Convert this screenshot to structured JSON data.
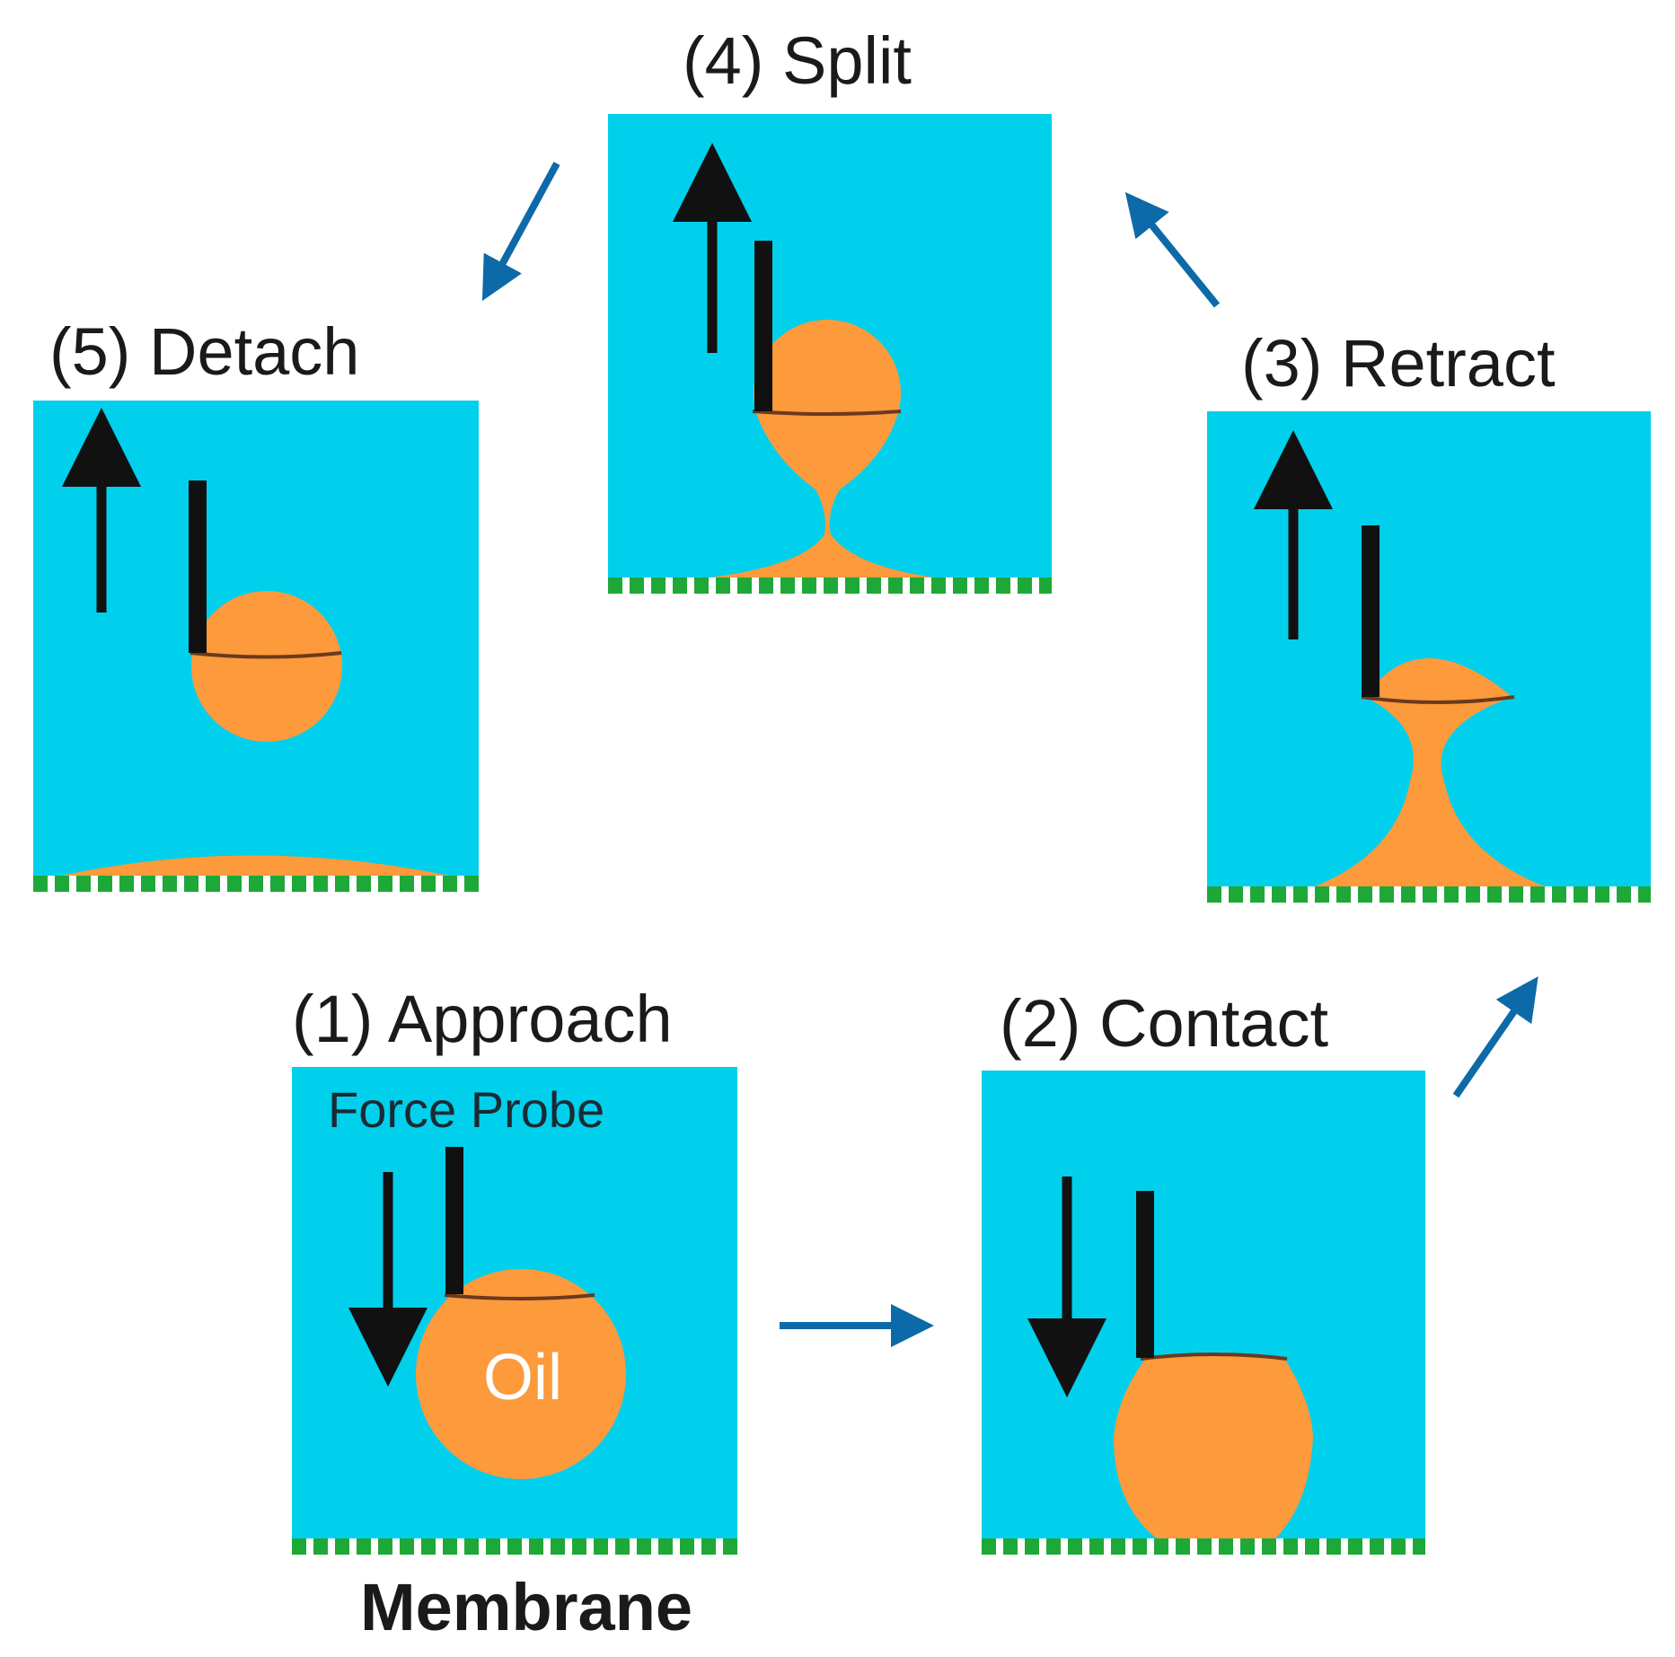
{
  "colors": {
    "water": "#00d0ec",
    "oil": "#fc9a3c",
    "membrane": "#1ea838",
    "probe": "#111111",
    "cycle_arrow": "#0d6aa8",
    "interface_line": "#6b3a1e"
  },
  "steps": [
    {
      "id": "approach",
      "title": "(1) Approach"
    },
    {
      "id": "contact",
      "title": "(2) Contact"
    },
    {
      "id": "retract",
      "title": "(3) Retract"
    },
    {
      "id": "split",
      "title": "(4) Split"
    },
    {
      "id": "detach",
      "title": "(5) Detach"
    }
  ],
  "labels": {
    "force_probe": "Force Probe",
    "oil": "Oil",
    "membrane": "Membrane"
  },
  "flow": [
    "approach",
    "contact",
    "retract",
    "split",
    "detach"
  ]
}
